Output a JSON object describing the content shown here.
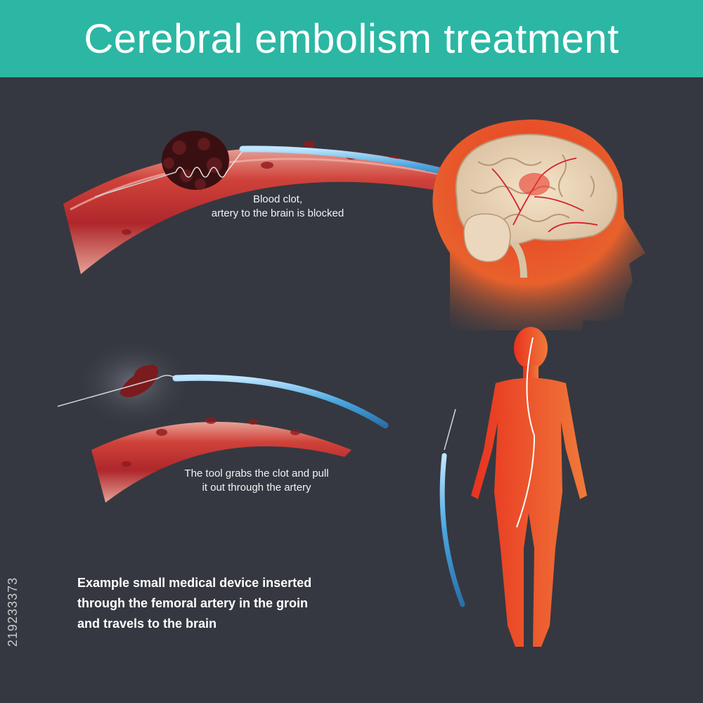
{
  "header": {
    "title": "Cerebral embolism treatment"
  },
  "captions": {
    "blood_clot_line1": "Blood clot,",
    "blood_clot_line2": "artery to the brain is blocked",
    "tool_line1": "The tool grabs the clot and pull",
    "tool_line2": "it out through the artery"
  },
  "description": {
    "line1": "Example small medical device inserted",
    "line2": "through the femoral artery in the groin",
    "line3": "and travels to the brain"
  },
  "stock_id": "219233373",
  "colors": {
    "banner": "#2bb7a3",
    "background": "#353840",
    "artery": "#c0392b",
    "catheter": "#5ab4e6",
    "body": "#e8472a"
  }
}
